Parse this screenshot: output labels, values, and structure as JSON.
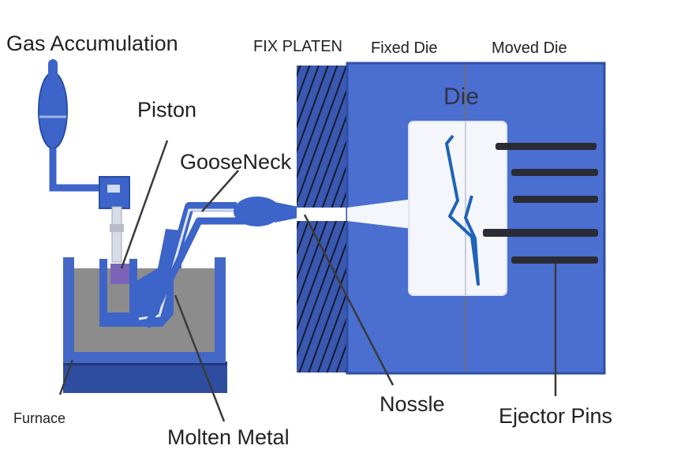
{
  "labels": {
    "gas_accumulation": "Gas Accumulation",
    "piston": "Piston",
    "gooseneck": "GooseNeck",
    "fix_platen": "FIX PLATEN",
    "fixed_die": "Fixed Die",
    "moved_die": "Moved Die",
    "die": "Die",
    "nossle": "Nossle",
    "ejector_pins": "Ejector Pins",
    "furnace": "Furnace",
    "molten_metal": "Molten Metal"
  },
  "colors": {
    "die_blue": "#4a6fd0",
    "machine_blue": "#3d64c8",
    "outline_blue": "#2a4ea8",
    "furnace_base": "#2f4da0",
    "molten_gray": "#8c8c8c",
    "cavity_white": "#f4f6fb",
    "bolt_blue": "#1e63b8",
    "pin_dark": "#2b2b35",
    "leader_gray": "#3a3a3a"
  }
}
